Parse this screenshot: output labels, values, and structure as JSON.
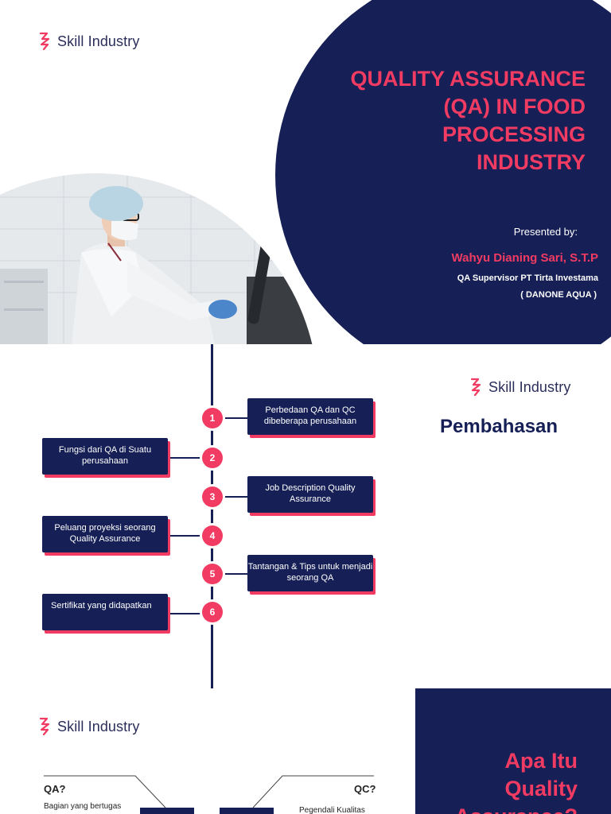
{
  "brand": {
    "name": "Skill Industry",
    "accent": "#f23b62",
    "navy": "#162056"
  },
  "slide1": {
    "title_lines": [
      "QUALITY ASSURANCE",
      "(QA) IN FOOD",
      "PROCESSING",
      "INDUSTRY"
    ],
    "presented_label": "Presented by:",
    "presenter": "Wahyu Dianing Sari, S.T.P",
    "role": "QA Supervisor PT Tirta Investama",
    "org": "( DANONE AQUA )"
  },
  "slide2": {
    "heading": "Pembahasan",
    "items": [
      {
        "num": "1",
        "text": "Perbedaan QA dan QC dibeberapa perusahaan"
      },
      {
        "num": "2",
        "text": "Fungsi dari QA di Suatu perusahaan"
      },
      {
        "num": "3",
        "text": "Job Description Quality Assurance"
      },
      {
        "num": "4",
        "text": "Peluang proyeksi seorang Quality Assurance"
      },
      {
        "num": "5",
        "text": "Tantangan & Tips untuk menjadi seorang QA"
      },
      {
        "num": "6",
        "text": "Sertifikat yang didapatkan"
      }
    ]
  },
  "slide3": {
    "title_lines": [
      "Apa Itu",
      "Quality",
      "Assurance?"
    ],
    "qa_label": "QA?",
    "qc_label": "QC?",
    "qa_desc": "Bagian yang bertugas",
    "qc_desc": "Pegendali Kualitas"
  }
}
